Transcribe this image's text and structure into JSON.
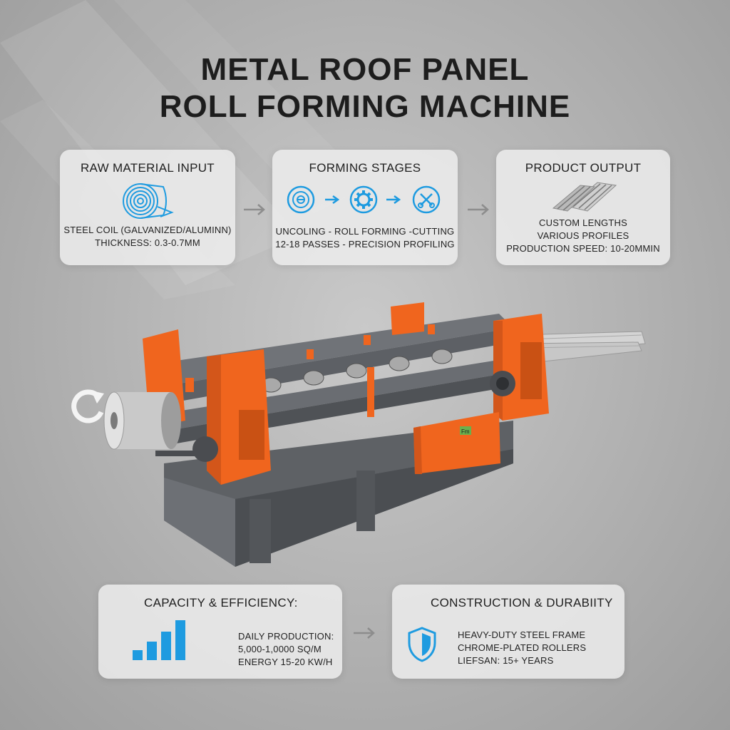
{
  "title": {
    "line1": "METAL ROOF PANEL",
    "line2": "ROLL FORMING MACHINE"
  },
  "cards": {
    "raw_material": {
      "heading": "RAW MATERIAL INPUT",
      "icon": "steel-coil-icon",
      "line1": "STEEL COIL (GALVANIZED/ALUMINN)",
      "line2": "THICKNESS: 0.3-0.7MM"
    },
    "forming": {
      "heading": "FORMING STAGES",
      "icons": [
        "uncoiler-icon",
        "gear-icon",
        "cutting-icon"
      ],
      "line1": "UNCOLING - ROLL FORMING -CUTTING",
      "line2": "12-18 PASSES - PRECISION PROFILING"
    },
    "output": {
      "heading": "PRODUCT OUTPUT",
      "icon": "roof-panel-icon",
      "line1": "CUSTOM LENGTHS",
      "line2": "VARIOUS PROFILES",
      "line3": "PRODUCTION SPEED: 10-20MMIN"
    },
    "capacity": {
      "heading": "CAPACITY & EFFICIENCY:",
      "icon": "bar-chart-icon",
      "line1": "DAILY PRODUCTION:",
      "line2": "5,000-1,0000 SQ/M",
      "line3": "ENERGY 15-20 KW/H"
    },
    "construction": {
      "heading": "CONSTRUCTION & DURABIITY",
      "icon": "shield-icon",
      "line1": "HEAVY-DUTY STEEL FRAME",
      "line2": "CHROME-PLATED ROLLERS",
      "line3": "LIEFSAN: 15+ YEARS"
    }
  },
  "machine": {
    "logo_text": "Fm",
    "icon": "roll-forming-machine-illustration"
  },
  "colors": {
    "accent_orange": "#f0651e",
    "frame_gray": "#5e6165",
    "icon_blue": "#1e9be0",
    "card_bg": "#ececec"
  }
}
